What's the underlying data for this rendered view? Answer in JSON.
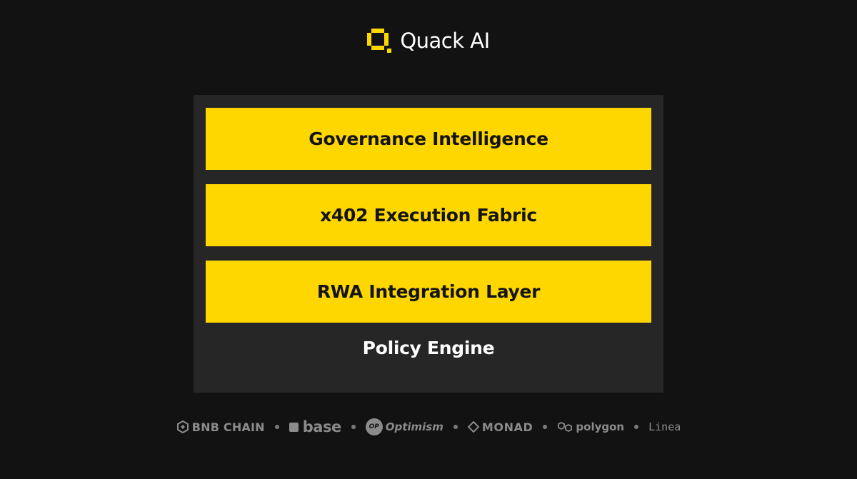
{
  "brand": {
    "name": "Quack AI",
    "logo_icon": "quack-pixel-logo-icon",
    "accent_color": "#fed700"
  },
  "stack": {
    "layers": [
      {
        "label": "Governance Intelligence"
      },
      {
        "label": "x402 Execution Fabric"
      },
      {
        "label": "RWA Integration Layer"
      }
    ],
    "base_label": "Policy Engine",
    "panel_color": "#272627",
    "layer_color": "#fed700"
  },
  "partners": [
    {
      "icon": "bnb-chain-icon",
      "label": "BNB CHAIN"
    },
    {
      "icon": "base-square-icon",
      "label": "base"
    },
    {
      "icon": "op-badge-icon",
      "badge": "OP",
      "label": "Optimism"
    },
    {
      "icon": "monad-diamond-icon",
      "label": "MONAD"
    },
    {
      "icon": "polygon-icon",
      "label": "polygon"
    },
    {
      "icon": "",
      "label": "Linea"
    }
  ],
  "background_color": "#121212"
}
